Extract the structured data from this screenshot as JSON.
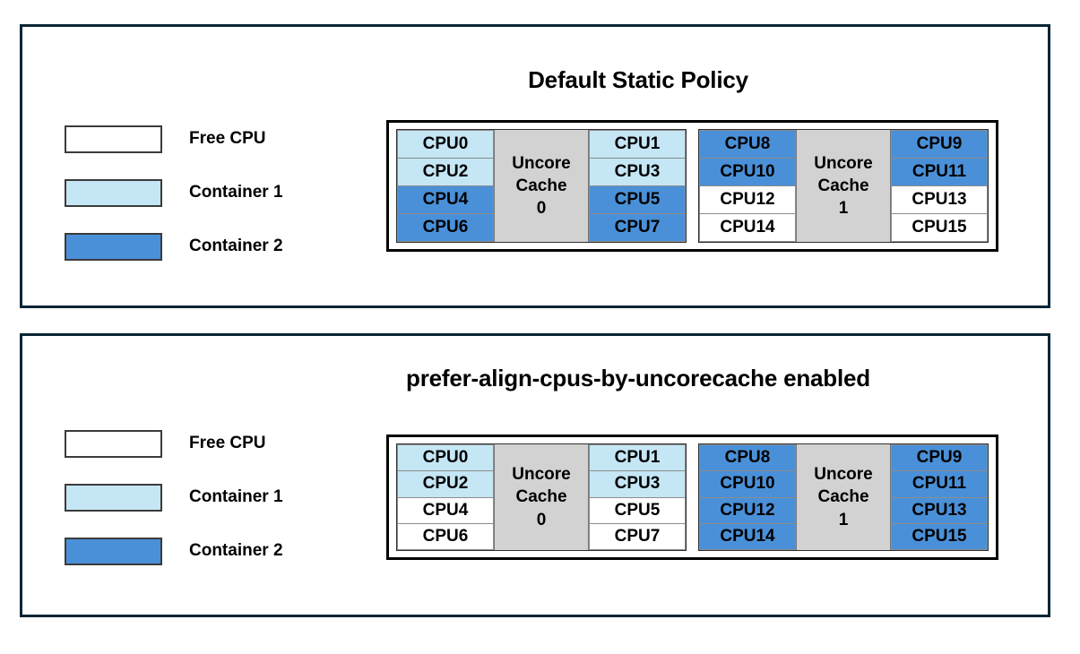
{
  "legend_colors": {
    "free": "#ffffff",
    "container1": "#c5e6f5",
    "container2": "#4a90d8",
    "cache": "#d2d2d2",
    "panel_border": "#0b2535"
  },
  "panels": [
    {
      "id": "default-static-policy",
      "title": "Default Static Policy",
      "legend": [
        {
          "label": "Free CPU",
          "fill": "free"
        },
        {
          "label": "Container 1",
          "fill": "container1"
        },
        {
          "label": "Container 2",
          "fill": "container2"
        }
      ],
      "cache_groups": [
        {
          "cache_label_line1": "Uncore",
          "cache_label_line2": "Cache",
          "cache_label_line3": "0",
          "left_cpus": [
            {
              "label": "CPU0",
              "fill": "container1"
            },
            {
              "label": "CPU2",
              "fill": "container1"
            },
            {
              "label": "CPU4",
              "fill": "container2"
            },
            {
              "label": "CPU6",
              "fill": "container2"
            }
          ],
          "right_cpus": [
            {
              "label": "CPU1",
              "fill": "container1"
            },
            {
              "label": "CPU3",
              "fill": "container1"
            },
            {
              "label": "CPU5",
              "fill": "container2"
            },
            {
              "label": "CPU7",
              "fill": "container2"
            }
          ]
        },
        {
          "cache_label_line1": "Uncore",
          "cache_label_line2": "Cache",
          "cache_label_line3": "1",
          "left_cpus": [
            {
              "label": "CPU8",
              "fill": "container2"
            },
            {
              "label": "CPU10",
              "fill": "container2"
            },
            {
              "label": "CPU12",
              "fill": "free"
            },
            {
              "label": "CPU14",
              "fill": "free"
            }
          ],
          "right_cpus": [
            {
              "label": "CPU9",
              "fill": "container2"
            },
            {
              "label": "CPU11",
              "fill": "container2"
            },
            {
              "label": "CPU13",
              "fill": "free"
            },
            {
              "label": "CPU15",
              "fill": "free"
            }
          ]
        }
      ]
    },
    {
      "id": "prefer-align-cpus-by-uncorecache-enabled",
      "title": "prefer-align-cpus-by-uncorecache enabled",
      "legend": [
        {
          "label": "Free CPU",
          "fill": "free"
        },
        {
          "label": "Container 1",
          "fill": "container1"
        },
        {
          "label": "Container 2",
          "fill": "container2"
        }
      ],
      "cache_groups": [
        {
          "cache_label_line1": "Uncore",
          "cache_label_line2": "Cache",
          "cache_label_line3": "0",
          "left_cpus": [
            {
              "label": "CPU0",
              "fill": "container1"
            },
            {
              "label": "CPU2",
              "fill": "container1"
            },
            {
              "label": "CPU4",
              "fill": "free"
            },
            {
              "label": "CPU6",
              "fill": "free"
            }
          ],
          "right_cpus": [
            {
              "label": "CPU1",
              "fill": "container1"
            },
            {
              "label": "CPU3",
              "fill": "container1"
            },
            {
              "label": "CPU5",
              "fill": "free"
            },
            {
              "label": "CPU7",
              "fill": "free"
            }
          ]
        },
        {
          "cache_label_line1": "Uncore",
          "cache_label_line2": "Cache",
          "cache_label_line3": "1",
          "left_cpus": [
            {
              "label": "CPU8",
              "fill": "container2"
            },
            {
              "label": "CPU10",
              "fill": "container2"
            },
            {
              "label": "CPU12",
              "fill": "container2"
            },
            {
              "label": "CPU14",
              "fill": "container2"
            }
          ],
          "right_cpus": [
            {
              "label": "CPU9",
              "fill": "container2"
            },
            {
              "label": "CPU11",
              "fill": "container2"
            },
            {
              "label": "CPU13",
              "fill": "container2"
            },
            {
              "label": "CPU15",
              "fill": "container2"
            }
          ]
        }
      ]
    }
  ]
}
